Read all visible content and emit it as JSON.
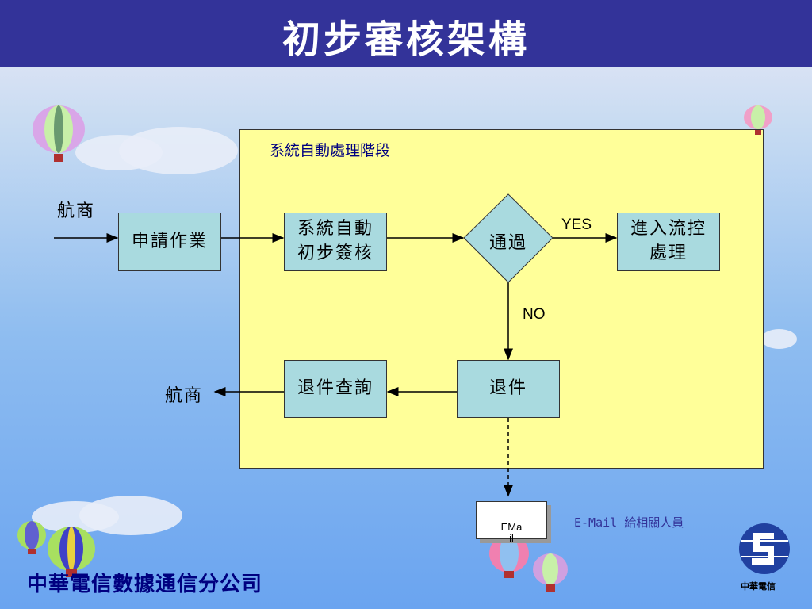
{
  "title": "初步審核架構",
  "stage_label": "系統自動處理階段",
  "nodes": {
    "apply": "申請作業",
    "auto_review": "系統自動\n初步簽核",
    "decision": "通過",
    "flow_control": "進入流控\n處理",
    "return": "退件",
    "return_query": "退件查詢"
  },
  "labels": {
    "airline_in": "航商",
    "airline_out": "航商",
    "yes": "YES",
    "no": "NO"
  },
  "email": {
    "icon_text": "EMa\nil",
    "note": "E-Mail 給相關人員"
  },
  "footer": {
    "company": "中華電信數據通信分公司",
    "logo_text": "中華電信"
  },
  "colors": {
    "title_bar": "#333399",
    "stage": "#ffff99",
    "node": "#a9dadf",
    "accent_text": "#000080"
  }
}
